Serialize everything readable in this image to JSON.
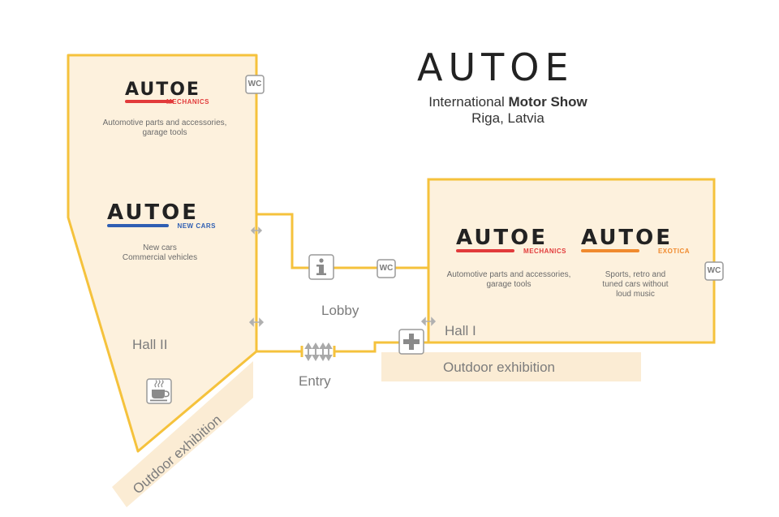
{
  "header": {
    "brand": "AUTOE",
    "tagline_prefix": "International ",
    "tagline_bold": "Motor Show",
    "location": "Riga, Latvia"
  },
  "hall2": {
    "label": "Hall II",
    "mechanics": {
      "brand": "AUTOE",
      "sub": "MECHANICS",
      "description": "Automotive parts and accessories,\ngarage tools",
      "color": "#e23b3b"
    },
    "newcars": {
      "brand": "AUTOE",
      "sub": "NEW CARS",
      "description": "New cars\nCommercial vehicles",
      "color": "#2f5fb3"
    }
  },
  "hall1": {
    "label": "Hall I",
    "mechanics": {
      "brand": "AUTOE",
      "sub": "MECHANICS",
      "description": "Automotive parts and accessories,\ngarage tools",
      "color": "#e23b3b"
    },
    "exotica": {
      "brand": "AUTOE",
      "sub": "EXOTICA",
      "description": "Sports, retro and\ntuned cars without\nloud music",
      "color": "#f08a2e"
    }
  },
  "lobby": {
    "label": "Lobby"
  },
  "entry": {
    "label": "Entry"
  },
  "outdoor_left": {
    "label": "Outdoor exhibition"
  },
  "outdoor_right": {
    "label": "Outdoor exhibition"
  },
  "icons": {
    "wc": "WC",
    "info": "i",
    "firstaid": "first-aid-icon",
    "cafe": "coffee-cup-icon"
  },
  "colors": {
    "hall_fill": "#fdf1dd",
    "outline": "#f5c23c",
    "outdoor_fill": "#fbecd4",
    "icon_gray": "#8a8a8a"
  }
}
